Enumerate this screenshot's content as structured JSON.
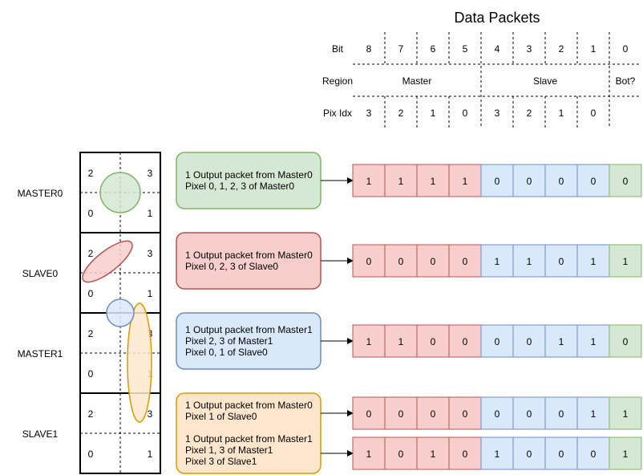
{
  "title": "Data Packets",
  "header": {
    "bit_label": "Bit",
    "region_label": "Region",
    "pixidx_label": "Pix Idx",
    "bits": [
      "8",
      "7",
      "6",
      "5",
      "4",
      "3",
      "2",
      "1",
      "0"
    ],
    "regions": [
      "Master",
      "Slave",
      "Bot?"
    ],
    "pix_idx": [
      "3",
      "2",
      "1",
      "0",
      "3",
      "2",
      "1",
      "0"
    ]
  },
  "colors": {
    "master_fill": "#f8cecc",
    "master_stroke": "#b85450",
    "slave_fill": "#dae8fc",
    "slave_stroke": "#6c8ebf",
    "bot_fill": "#d5e8d4",
    "bot_stroke": "#82b366",
    "orange_fill": "#ffe6cc",
    "orange_stroke": "#d79b00"
  },
  "sensors": [
    {
      "name": "MASTER0",
      "quadrants": [
        "2",
        "3",
        "0",
        "1"
      ]
    },
    {
      "name": "SLAVE0",
      "quadrants": [
        "2",
        "3",
        "0",
        "1"
      ]
    },
    {
      "name": "MASTER1",
      "quadrants": [
        "2",
        "3",
        "0",
        "1"
      ]
    },
    {
      "name": "SLAVE1",
      "quadrants": [
        "2",
        "3",
        "0",
        "1"
      ]
    }
  ],
  "descriptions": [
    {
      "lines": [
        "1 Output packet from Master0",
        "Pixel 0, 1, 2, 3 of Master0"
      ],
      "color": "green"
    },
    {
      "lines": [
        "1 Output packet from Master0",
        "Pixel 0, 2, 3 of Slave0"
      ],
      "color": "red"
    },
    {
      "lines": [
        "1 Output packet from Master1",
        "Pixel 2, 3 of Master1",
        "Pixel 0, 1 of Slave0"
      ],
      "color": "blue"
    },
    {
      "lines": [
        "1 Output packet from Master0",
        "Pixel 1 of Slave0",
        "",
        "1 Output packet from Master1",
        "Pixel 1, 3 of Master1",
        "Pixel 3 of Slave1"
      ],
      "color": "orange"
    }
  ],
  "packets": [
    [
      "1",
      "1",
      "1",
      "1",
      "0",
      "0",
      "0",
      "0",
      "0"
    ],
    [
      "0",
      "0",
      "0",
      "0",
      "1",
      "1",
      "0",
      "1",
      "1"
    ],
    [
      "1",
      "1",
      "0",
      "0",
      "0",
      "0",
      "1",
      "1",
      "0"
    ],
    [
      "0",
      "0",
      "0",
      "0",
      "0",
      "0",
      "0",
      "1",
      "1"
    ],
    [
      "1",
      "0",
      "1",
      "0",
      "1",
      "0",
      "0",
      "0",
      "1"
    ]
  ]
}
